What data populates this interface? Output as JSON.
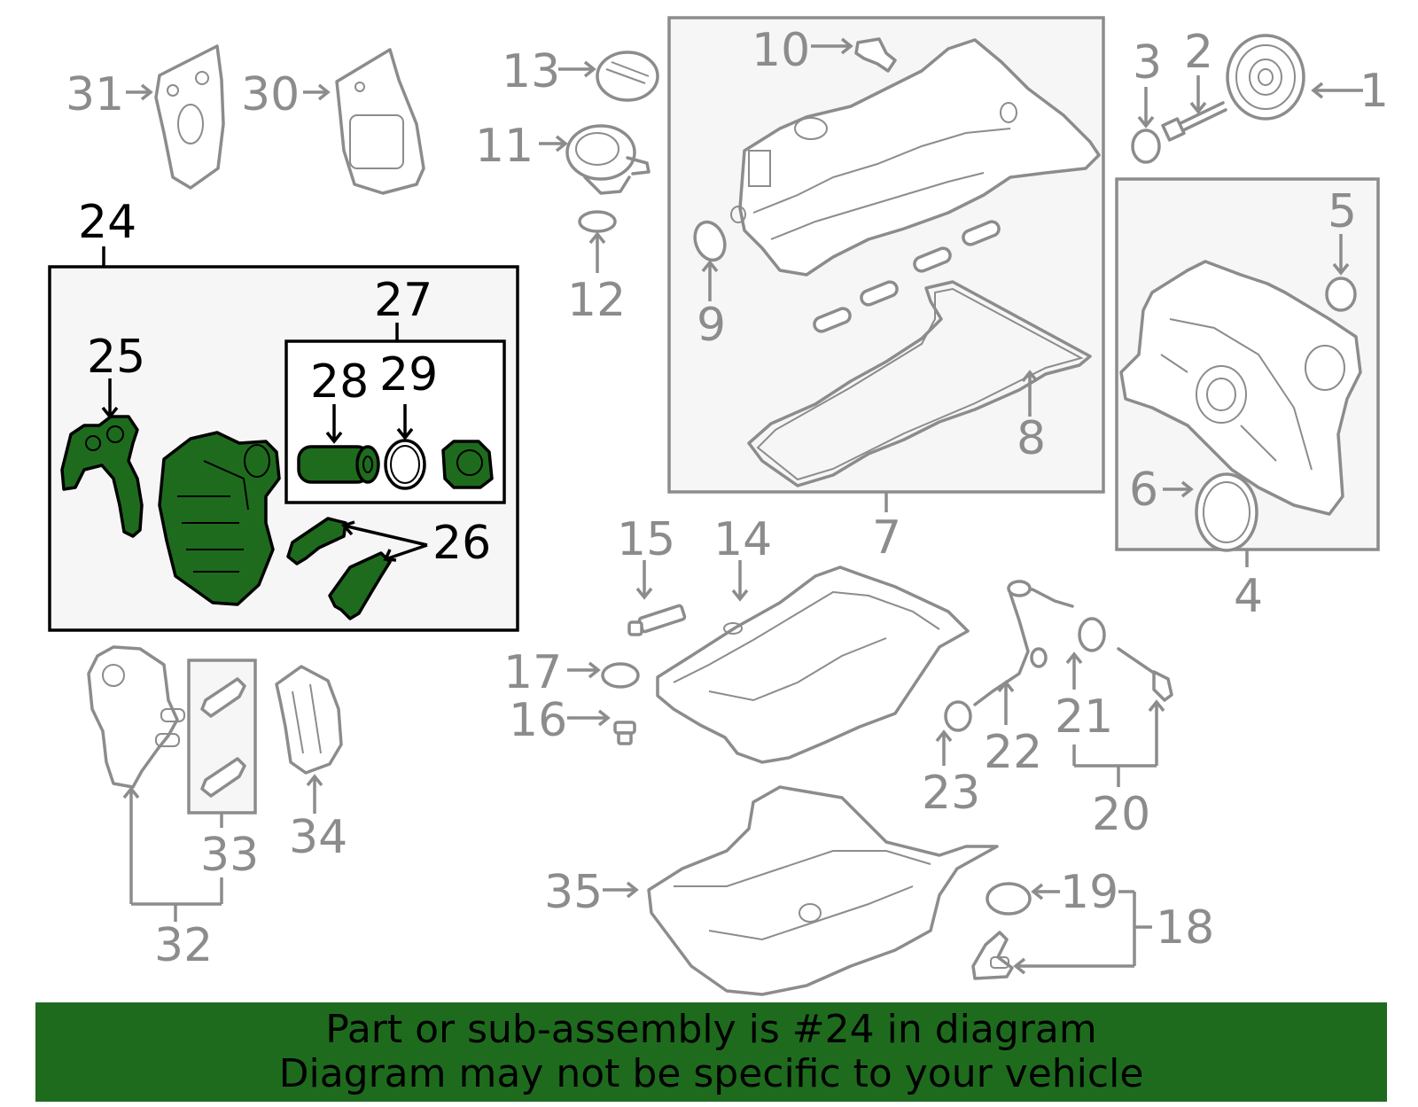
{
  "callouts": {
    "c1": "1",
    "c2": "2",
    "c3": "3",
    "c4": "4",
    "c5": "5",
    "c6": "6",
    "c7": "7",
    "c8": "8",
    "c9": "9",
    "c10": "10",
    "c11": "11",
    "c12": "12",
    "c13": "13",
    "c14": "14",
    "c15": "15",
    "c16": "16",
    "c17": "17",
    "c18": "18",
    "c19": "19",
    "c20": "20",
    "c21": "21",
    "c22": "22",
    "c23": "23",
    "c24": "24",
    "c25": "25",
    "c26": "26",
    "c27": "27",
    "c28": "28",
    "c29": "29",
    "c30": "30",
    "c31": "31",
    "c32": "32",
    "c33": "33",
    "c34": "34",
    "c35": "35"
  },
  "highlight_color": "#1e6b1e",
  "line_color": "#8c8c8c",
  "banner": {
    "line1": "Part or sub-assembly is #24 in diagram",
    "line2": "Diagram may not be specific to your vehicle"
  }
}
